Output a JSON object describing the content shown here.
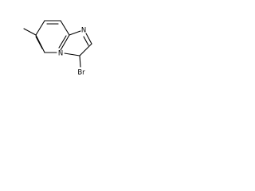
{
  "molecule": {
    "atoms": {
      "n_imidazole": "N",
      "n_bridgehead": "N",
      "bromine": "Br"
    }
  }
}
